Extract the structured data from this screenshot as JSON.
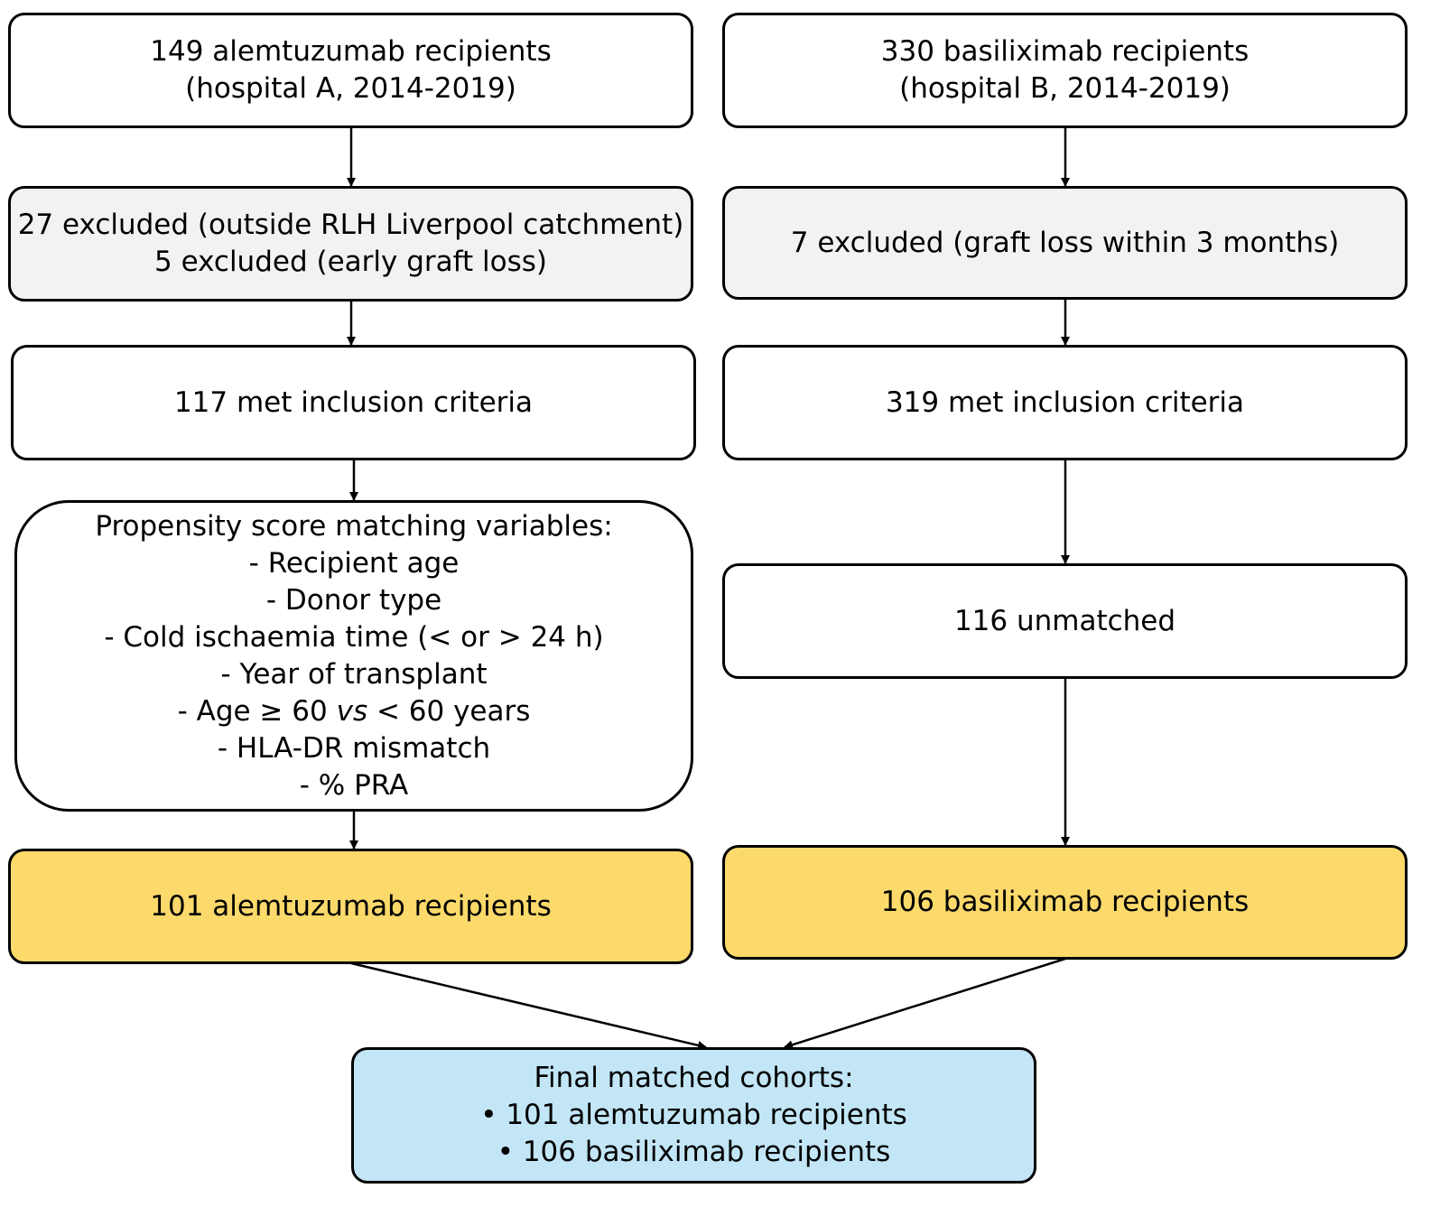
{
  "left": {
    "start": {
      "lines": [
        "149 alemtuzumab recipients",
        "(hospital A, 2014-2019)"
      ]
    },
    "excluded": {
      "lines": [
        "27 excluded (outside RLH Liverpool catchment)",
        "5 excluded (early graft loss)"
      ]
    },
    "included": {
      "text": "117 met inclusion criteria"
    },
    "psm": {
      "title": "Propensity score matching variables:",
      "items": [
        "- Recipient age",
        "- Donor type",
        "- Cold ischaemia time (< or > 24 h)",
        "- Year of transplant"
      ],
      "age_item": {
        "prefix": "- Age ≥ 60 ",
        "vs": "vs",
        "suffix": " < 60 years"
      },
      "items_after": [
        "- HLA-DR mismatch",
        "- % PRA"
      ]
    },
    "matched": {
      "text": "101 alemtuzumab recipients"
    }
  },
  "right": {
    "start": {
      "lines": [
        "330 basiliximab recipients",
        "(hospital B, 2014-2019)"
      ]
    },
    "excluded": {
      "text": "7 excluded (graft loss within 3 months)"
    },
    "included": {
      "text": "319 met inclusion criteria"
    },
    "unmatched": {
      "text": "116 unmatched"
    },
    "matched": {
      "text": "106 basiliximab recipients"
    }
  },
  "final": {
    "title": "Final matched cohorts:",
    "items": [
      "101 alemtuzumab recipients",
      "106 basiliximab recipients"
    ]
  },
  "colors": {
    "excluded_fill": "#f2f2f2",
    "matched_fill": "#fbd96b",
    "final_fill": "#c2e6f6",
    "stroke": "#000000"
  }
}
